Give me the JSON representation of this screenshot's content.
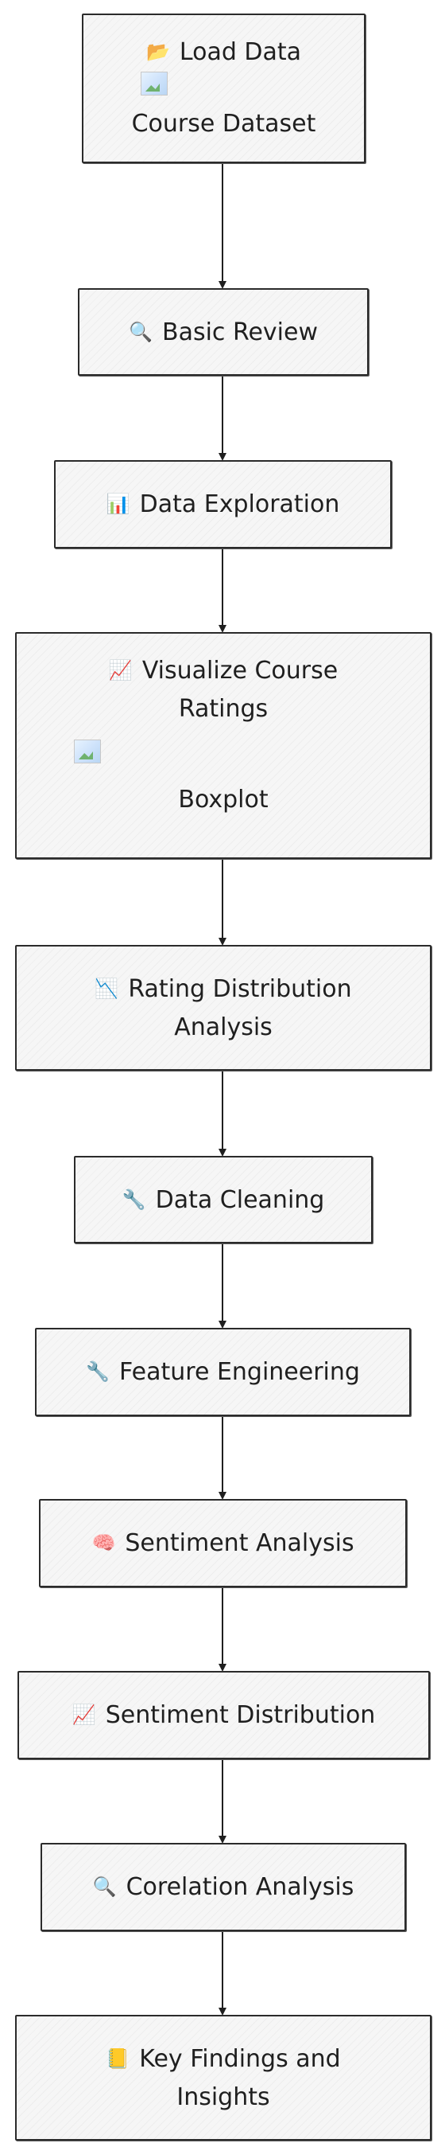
{
  "nodes": [
    {
      "icon": "open-folder-icon",
      "glyph": "📂",
      "lines": [
        "Load Data"
      ],
      "image_alt": "",
      "caption": "Course Dataset"
    },
    {
      "icon": "magnifier-icon",
      "glyph": "🔍",
      "lines": [
        "Basic Review"
      ]
    },
    {
      "icon": "bar-chart-icon",
      "glyph": "📊",
      "lines": [
        "Data Exploration"
      ]
    },
    {
      "icon": "chart-increasing-icon",
      "glyph": "📈",
      "lines": [
        "Visualize Course",
        "Ratings"
      ],
      "caption": "Boxplot"
    },
    {
      "icon": "chart-decreasing-icon",
      "glyph": "📉",
      "lines": [
        "Rating Distribution",
        "Analysis"
      ]
    },
    {
      "icon": "wrench-icon",
      "glyph": "🔧",
      "lines": [
        "Data Cleaning"
      ]
    },
    {
      "icon": "wrench-icon",
      "glyph": "🔧",
      "lines": [
        "Feature Engineering"
      ]
    },
    {
      "icon": "brain-icon",
      "glyph": "🧠",
      "lines": [
        "Sentiment Analysis"
      ]
    },
    {
      "icon": "chart-increasing-icon",
      "glyph": "📈",
      "lines": [
        "Sentiment Distribution"
      ]
    },
    {
      "icon": "magnifier-icon",
      "glyph": "🔍",
      "lines": [
        "Corelation Analysis"
      ]
    },
    {
      "icon": "notebook-icon",
      "glyph": "📒",
      "lines": [
        "Key Findings and",
        "Insights"
      ]
    }
  ],
  "colors": {
    "border": "#2b2b2b",
    "fill": "#f6f6f6",
    "edge": "#1f1f1f"
  }
}
